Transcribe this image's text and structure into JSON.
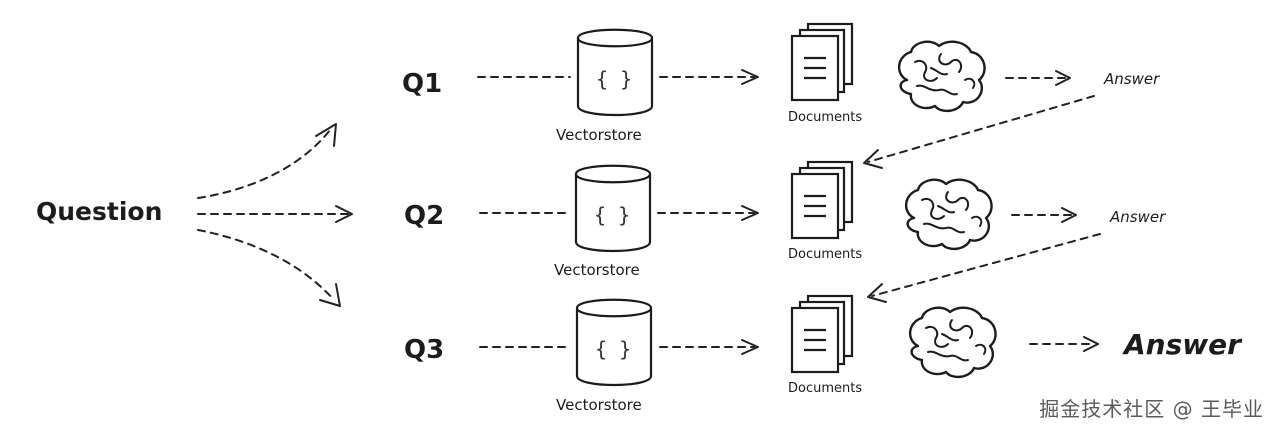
{
  "question": {
    "label": "Question"
  },
  "rows": [
    {
      "query": "Q1",
      "store": "Vectorstore",
      "docs": "Documents",
      "answer": "Answer"
    },
    {
      "query": "Q2",
      "store": "Vectorstore",
      "docs": "Documents",
      "answer": "Answer"
    },
    {
      "query": "Q3",
      "store": "Vectorstore",
      "docs": "Documents",
      "answer": "Answer"
    }
  ],
  "store_symbol": "{ }",
  "watermark": "掘金技术社区 @ 王毕业"
}
